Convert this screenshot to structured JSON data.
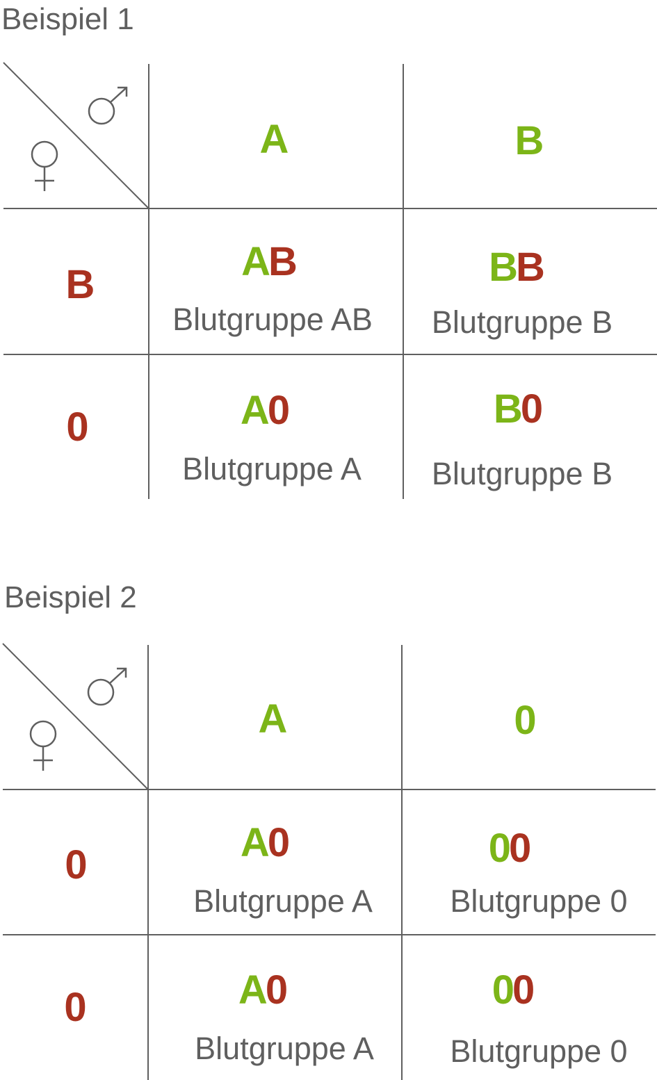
{
  "colors": {
    "father_allele": "#7cb518",
    "mother_allele": "#a93220",
    "text": "#5f5f5f",
    "grid": "#5f5f5f"
  },
  "examples": [
    {
      "title": "Beispiel 1",
      "father": [
        "A",
        "B"
      ],
      "mother": [
        "B",
        "0"
      ],
      "cells": [
        [
          {
            "father": "A",
            "mother": "B",
            "bloodtype": "Blutgruppe AB"
          },
          {
            "father": "B",
            "mother": "B",
            "bloodtype": "Blutgruppe B"
          }
        ],
        [
          {
            "father": "A",
            "mother": "0",
            "bloodtype": "Blutgruppe A"
          },
          {
            "father": "B",
            "mother": "0",
            "bloodtype": "Blutgruppe B"
          }
        ]
      ]
    },
    {
      "title": "Beispiel 2",
      "father": [
        "A",
        "0"
      ],
      "mother": [
        "0",
        "0"
      ],
      "cells": [
        [
          {
            "father": "A",
            "mother": "0",
            "bloodtype": "Blutgruppe A"
          },
          {
            "father": "0",
            "mother": "0",
            "bloodtype": "Blutgruppe 0"
          }
        ],
        [
          {
            "father": "A",
            "mother": "0",
            "bloodtype": "Blutgruppe A"
          },
          {
            "father": "0",
            "mother": "0",
            "bloodtype": "Blutgruppe 0"
          }
        ]
      ]
    }
  ],
  "icons": {
    "male": "male-symbol-icon",
    "female": "female-symbol-icon"
  }
}
